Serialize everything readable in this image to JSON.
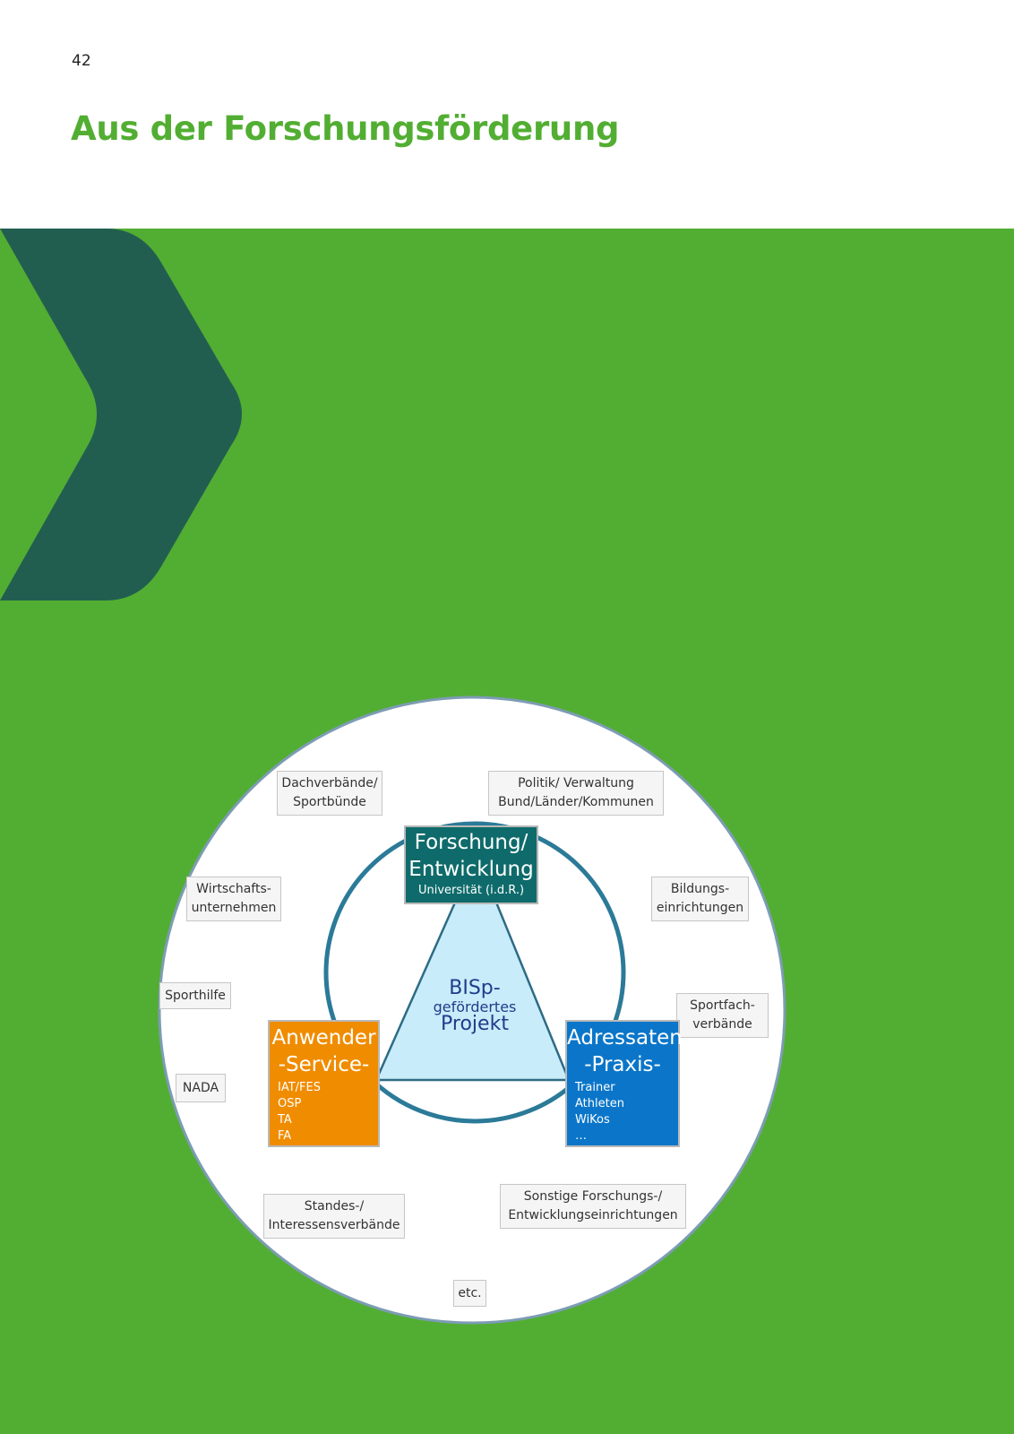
{
  "page": {
    "number": "42",
    "title": "Aus der Forschungsförderung"
  },
  "colors": {
    "brand_green": "#52ae32",
    "dark_green": "#215e50",
    "research_teal": "#0f6b6b",
    "service_orange": "#f08c00",
    "practice_blue": "#0b76c9",
    "triangle_fill": "#c8ecfa",
    "ring_stroke": "#2b7a98"
  },
  "diagram": {
    "center": {
      "line1": "BISp-",
      "line2": "gefördertes",
      "line3": "Projekt"
    },
    "research": {
      "title1": "Forschung/",
      "title2": "Entwicklung",
      "subtitle": "Universität (i.d.R.)"
    },
    "service": {
      "title1": "Anwender",
      "title2": "-Service-",
      "items": [
        "IAT/FES",
        "OSP",
        "TA",
        "FA"
      ]
    },
    "practice": {
      "title1": "Adressaten",
      "title2": "-Praxis-",
      "items": [
        "Trainer",
        "Athleten",
        "WiKos",
        "…"
      ]
    },
    "stakeholders": {
      "dachverbaende": [
        "Dachverbände/",
        "Sportbünde"
      ],
      "politik": [
        "Politik/ Verwaltung",
        "Bund/Länder/Kommunen"
      ],
      "wirtschaft": [
        "Wirtschafts-",
        "unternehmen"
      ],
      "bildung": [
        "Bildungs-",
        "einrichtungen"
      ],
      "sporthilfe": [
        "Sporthilfe"
      ],
      "sportfach": [
        "Sportfach-",
        "verbände"
      ],
      "nada": [
        "NADA"
      ],
      "standes": [
        "Standes-/",
        "Interessensverbände"
      ],
      "sonstige": [
        "Sonstige Forschungs-/",
        "Entwicklungseinrichtungen"
      ],
      "etc": [
        "etc."
      ]
    }
  }
}
